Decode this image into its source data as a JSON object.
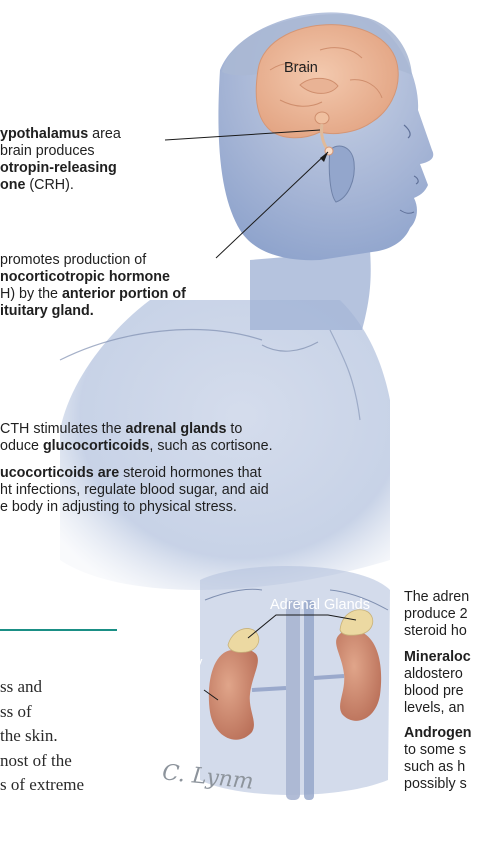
{
  "labels": {
    "brain": "Brain",
    "adrenal_glands": "Adrenal Glands",
    "kidney": "Kidney",
    "signature": "C. Lynm"
  },
  "left_text": {
    "hypothalamus": {
      "l1_bold": "ypothalamus",
      "l1_rest": " area",
      "l2": " brain produces",
      "l3_bold": "otropin-releasing",
      "l4_bold": "one",
      "l4_rest": " (CRH)."
    },
    "crh": {
      "l1": "promotes production of",
      "l2_bold": "nocorticotropic hormone",
      "l3_a": "H) by the ",
      "l3_bold": "anterior portion of",
      "l4_bold": "ituitary gland."
    },
    "acth": {
      "l1_a": "CTH stimulates the ",
      "l1_bold": "adrenal glands",
      "l1_b": " to",
      "l2_a": "oduce ",
      "l2_bold": "glucocorticoids",
      "l2_b": ", such as cortisone."
    },
    "gluco": {
      "l1_bold": "ucocorticoids are",
      "l1_rest": " steroid hormones that",
      "l2": "ht infections, regulate blood sugar, and aid",
      "l3": "e body in adjusting to physical stress."
    }
  },
  "right_text": {
    "p1": {
      "l1": "The adren",
      "l2": "produce 2",
      "l3": "steroid ho"
    },
    "p2": {
      "l1_bold": "Mineraloc",
      "l2": "aldostero",
      "l3": "blood pre",
      "l4": "levels, an"
    },
    "p3": {
      "l1_bold": "Androgen",
      "l2": "to some s",
      "l3": "such as h",
      "l4": "possibly s"
    }
  },
  "serif_text": {
    "l1": "ss and",
    "l2": "ss of",
    "l3": "the skin.",
    "l4": "nost of the",
    "l5": "s of extreme"
  },
  "colors": {
    "teal_rule": "#1a8f85",
    "brain": "#e9b394",
    "kidney": "#cf8a70",
    "adrenal": "#ecd9a2",
    "body_blue": "#8ea6cf"
  }
}
